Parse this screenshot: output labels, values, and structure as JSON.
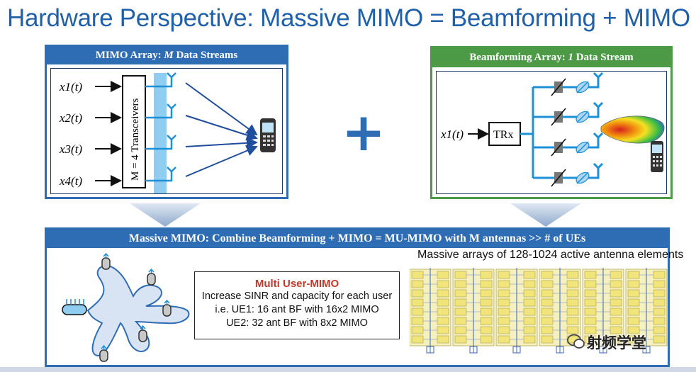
{
  "slide": {
    "title": "Hardware Perspective: Massive MIMO = Beamforming + MIMO"
  },
  "mimo_panel": {
    "header_pre": "MIMO Array: ",
    "header_var": "M",
    "header_post": " Data Streams",
    "inputs": [
      "x1(t)",
      "x2(t)",
      "x3(t)",
      "x4(t)"
    ],
    "transceiver_label": "M = 4 Transceivers"
  },
  "plus_sign": "+",
  "bf_panel": {
    "header_pre": "Beamforming Array: ",
    "header_var": "1",
    "header_post": " Data Stream",
    "input": "x1(t)",
    "trx_label": "TRx"
  },
  "massive_panel": {
    "header": "Massive MIMO: Combine Beamforming + MIMO = MU-MIMO with M antennas >> # of UEs",
    "arrays_caption": "Massive arrays of 128-1024 active antenna elements",
    "mu_box": {
      "title": "Multi User-MIMO",
      "line1": "Increase SINR and capacity for each user",
      "line2": "i.e. UE1: 16 ant BF with 16x2 MIMO",
      "line3": "UE2: 32 ant BF with 8x2 MIMO"
    }
  },
  "watermark": "射频学堂",
  "colors": {
    "title_blue": "#2060a8",
    "panel_blue": "#2e6db4",
    "panel_green": "#4c9a45",
    "antenna_blue": "#1e90d8",
    "accent_red": "#c0392b",
    "array_yellow": "#f1e47a"
  },
  "icons": [
    "antenna-icon",
    "phone-icon",
    "phase-shifter-icon",
    "lens-icon",
    "beam-lobe-icon",
    "ue-device-icon",
    "wechat-logo-icon"
  ]
}
